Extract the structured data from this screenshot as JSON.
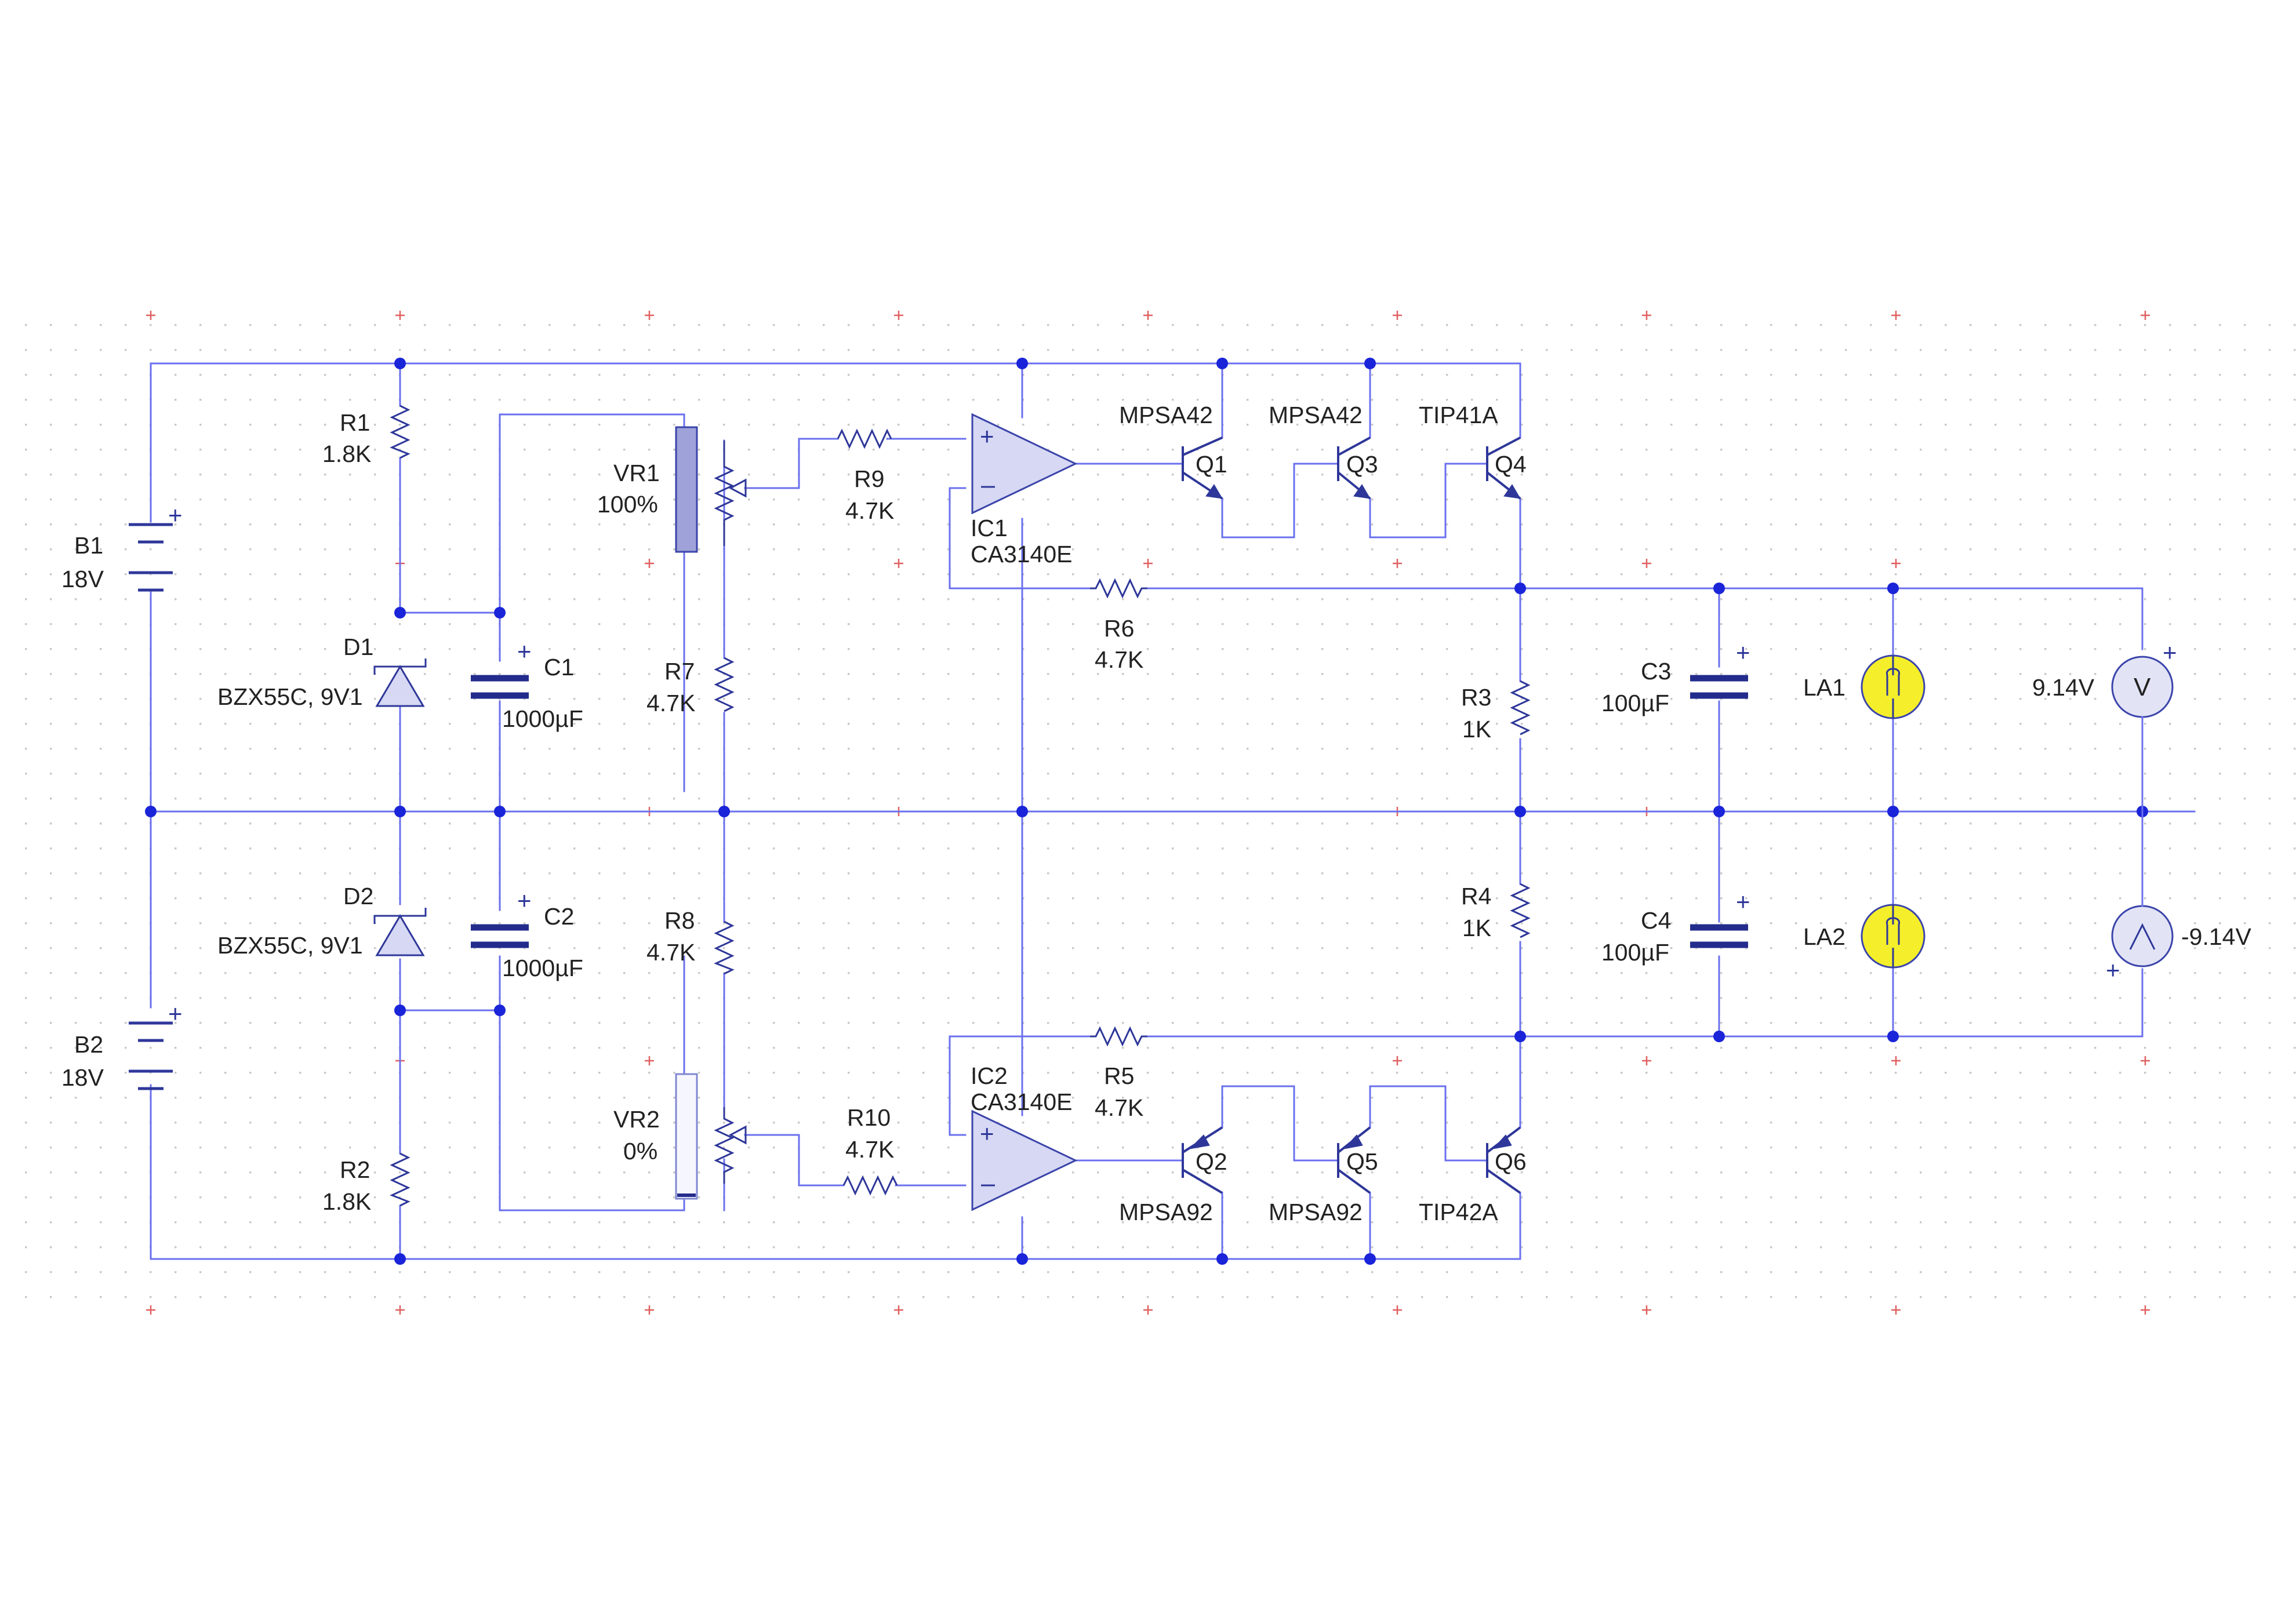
{
  "batteries": {
    "b1": {
      "ref": "B1",
      "value": "18V"
    },
    "b2": {
      "ref": "B2",
      "value": "18V"
    }
  },
  "resistors": {
    "r1": {
      "ref": "R1",
      "value": "1.8K"
    },
    "r2": {
      "ref": "R2",
      "value": "1.8K"
    },
    "r3": {
      "ref": "R3",
      "value": "1K"
    },
    "r4": {
      "ref": "R4",
      "value": "1K"
    },
    "r5": {
      "ref": "R5",
      "value": "4.7K"
    },
    "r6": {
      "ref": "R6",
      "value": "4.7K"
    },
    "r7": {
      "ref": "R7",
      "value": "4.7K"
    },
    "r8": {
      "ref": "R8",
      "value": "4.7K"
    },
    "r9": {
      "ref": "R9",
      "value": "4.7K"
    },
    "r10": {
      "ref": "R10",
      "value": "4.7K"
    }
  },
  "diodes": {
    "d1": {
      "ref": "D1",
      "value": "BZX55C, 9V1"
    },
    "d2": {
      "ref": "D2",
      "value": "BZX55C, 9V1"
    }
  },
  "capacitors": {
    "c1": {
      "ref": "C1",
      "value": "1000µF"
    },
    "c2": {
      "ref": "C2",
      "value": "1000µF"
    },
    "c3": {
      "ref": "C3",
      "value": "100µF"
    },
    "c4": {
      "ref": "C4",
      "value": "100µF"
    }
  },
  "pots": {
    "vr1": {
      "ref": "VR1",
      "value": "100%"
    },
    "vr2": {
      "ref": "VR2",
      "value": "0%"
    }
  },
  "opamps": {
    "ic1": {
      "ref": "IC1",
      "part": "CA3140E"
    },
    "ic2": {
      "ref": "IC2",
      "part": "CA3140E"
    }
  },
  "transistors": {
    "q1": {
      "ref": "Q1",
      "part": "MPSA42"
    },
    "q2": {
      "ref": "Q2",
      "part": "MPSA92"
    },
    "q3": {
      "ref": "Q3",
      "part": "MPSA42"
    },
    "q4": {
      "ref": "Q4",
      "part": "TIP41A"
    },
    "q5": {
      "ref": "Q5",
      "part": "MPSA92"
    },
    "q6": {
      "ref": "Q6",
      "part": "TIP42A"
    }
  },
  "lamps": {
    "la1": {
      "ref": "LA1"
    },
    "la2": {
      "ref": "LA2"
    }
  },
  "meters": {
    "v1": {
      "reading": "9.14V",
      "icon": "voltmeter-icon"
    },
    "v2": {
      "reading": "-9.14V",
      "icon": "voltmeter-icon"
    }
  },
  "symbols": {
    "plus": "+",
    "meter_glyph_pos": "V",
    "meter_glyph_neg": "^"
  },
  "colors": {
    "wire": "#6a70ee",
    "junction": "#1a24d8",
    "lamp": "#f4ef2a",
    "grid": "#c8c8c8"
  }
}
